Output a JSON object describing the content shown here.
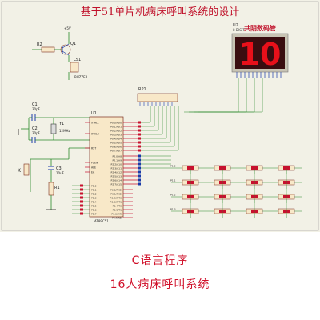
{
  "title": "基于51单片机病床呼叫系统的设计",
  "display": {
    "ref": "U2",
    "part": "8 DIGIT",
    "label": "共阴数码管",
    "digits": "10",
    "segment_color": "#e8101a",
    "bg_color": "#3a0d10"
  },
  "mcu": {
    "ref": "U1",
    "part": "AT89C51",
    "left_pins": [
      "XTAL1",
      "XTAL2",
      "RST",
      "PSEN",
      "ALE",
      "EA"
    ],
    "port1_pins": [
      "P1.0",
      "P1.1",
      "P1.2",
      "P1.3",
      "P1.4",
      "P1.5",
      "P1.6",
      "P1.7"
    ],
    "port0_pins": [
      "P0.0/AD0",
      "P0.1/AD1",
      "P0.2/AD2",
      "P0.3/AD3",
      "P0.4/AD4",
      "P0.5/AD5",
      "P0.6/AD6",
      "P0.7/AD7"
    ],
    "port2_pins": [
      "P2.0/A8",
      "P2.1/A9",
      "P2.2/A10",
      "P2.3/A11",
      "P2.4/A12",
      "P2.5/A13",
      "P2.6/A14",
      "P2.7/A15"
    ],
    "port3_pins": [
      "P3.0/RXD",
      "P3.1/TXD",
      "P3.2/INT0",
      "P3.3/INT1",
      "P3.4/T0",
      "P3.5/T1",
      "P3.6/WR",
      "P3.7/RD"
    ]
  },
  "components": {
    "r2": "R2",
    "q1": "Q1",
    "ls1": "LS1",
    "buzzer": "BUZZER",
    "rp1": "RP1",
    "c1": "C1",
    "c2": "C2",
    "c1_val": "30pF",
    "c2_val": "30pF",
    "y1": "Y1",
    "y1_val": "12MHz",
    "c3": "C3",
    "c3_val": "10uF",
    "r1": "R1",
    "k": "K",
    "vcc": "+5V"
  },
  "keypad": {
    "rows": 4,
    "cols": 4,
    "row_labels": [
      "P1.0",
      "P1.1",
      "P1.2",
      "P1.3"
    ]
  },
  "captions": {
    "line1": "C语言程序",
    "line2": "16人病床呼叫系统"
  },
  "colors": {
    "wire": "#2a8a2a",
    "body_fill": "#f8e8c8",
    "body_stroke": "#7a2b1c",
    "pin_red": "#c8102e",
    "pin_blue": "#1a3aa8",
    "caption": "#d0102a"
  }
}
